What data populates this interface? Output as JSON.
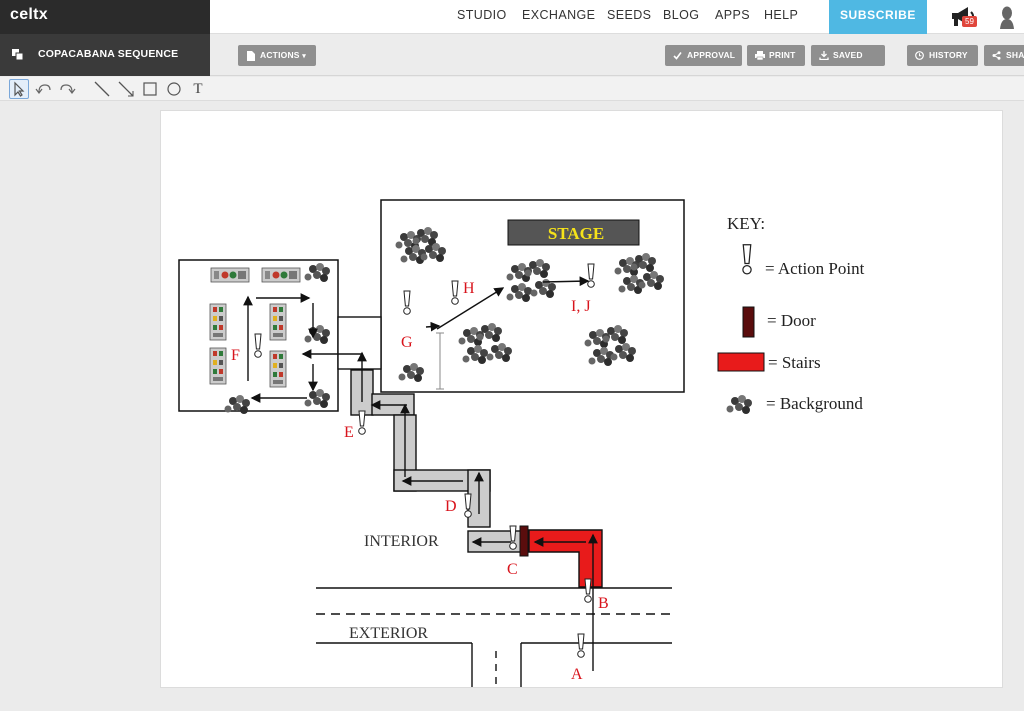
{
  "app": {
    "name": "celtx"
  },
  "nav": {
    "items": [
      "STUDIO",
      "EXCHANGE",
      "SEEDS",
      "BLOG",
      "APPS",
      "HELP"
    ],
    "subscribe_label": "SUBSCRIBE",
    "notification_count": "59"
  },
  "document": {
    "title": "COPACABANA SEQUENCE"
  },
  "toolbar": {
    "actions_label": "ACTIONS",
    "approval_label": "APPROVAL",
    "print_label": "PRINT",
    "saved_label": "SAVED",
    "history_label": "HISTORY",
    "share_label": "SHA"
  },
  "drawing_tools": [
    "select",
    "undo",
    "redo",
    "line",
    "arrow-line",
    "rectangle",
    "circle",
    "text"
  ],
  "diagram": {
    "stage_label": "STAGE",
    "key": {
      "title": "KEY:",
      "action_point": "= Action Point",
      "door": "= Door",
      "stairs": "= Stairs",
      "background": "= Background"
    },
    "labels": {
      "A": "A",
      "B": "B",
      "C": "C",
      "D": "D",
      "E": "E",
      "F": "F",
      "G": "G",
      "H": "H",
      "IJ": "I, J"
    },
    "interior_label": "INTERIOR",
    "exterior_label": "EXTERIOR"
  },
  "colors": {
    "brand_dark": "#2b2b2b",
    "subscribe": "#4fb8e3",
    "badge": "#e0463c",
    "stairs": "#e81b1b",
    "door": "#5a0d0d",
    "label_red": "#d8141c",
    "stage_text": "#f5e21a"
  }
}
